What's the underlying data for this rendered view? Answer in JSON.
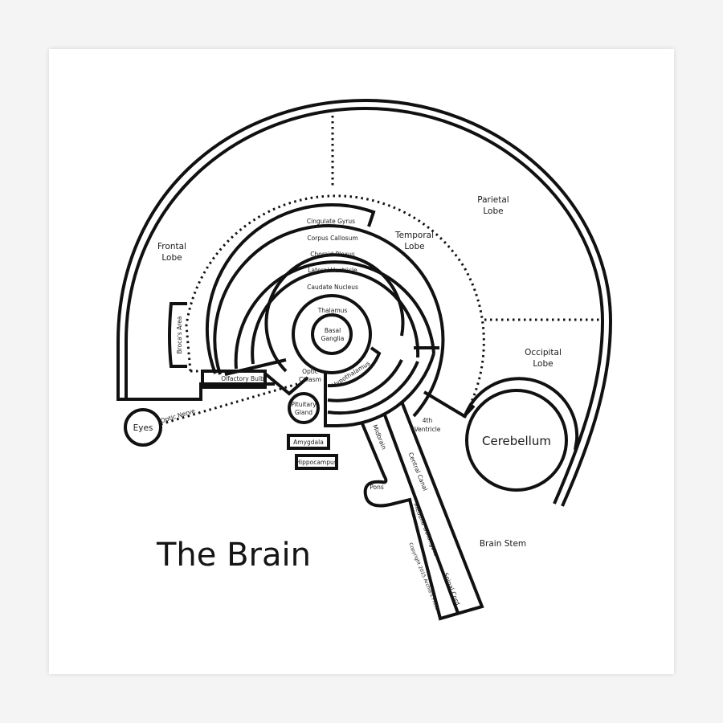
{
  "title": "The Brain",
  "copyright": "Copyright 2015 Archie's Press",
  "lobes": {
    "frontal": [
      "Frontal",
      "Lobe"
    ],
    "temporal": [
      "Temporal",
      "Lobe"
    ],
    "parietal": [
      "Parietal",
      "Lobe"
    ],
    "occipital": [
      "Occipital",
      "Lobe"
    ]
  },
  "rings": {
    "cingulate_gyrus": "Cingulate Gyrus",
    "corpus_callosum": "Corpus Callosum",
    "choroid_plexus": "Choroid Plexus",
    "lateral_ventricle": "Lateral Ventricle",
    "caudate_nucleus": "Caudate Nucleus",
    "thalamus": "Thalamus",
    "basal_ganglia": [
      "Basal",
      "Ganglia"
    ],
    "hypothalamus": "Hypothalamus"
  },
  "structures": {
    "brocas_area": "Broca's Area",
    "olfactory_bulb": "Olfactory Bulb",
    "optic_chiasm": [
      "Optic",
      "Chiasm"
    ],
    "optic_nerve": "Optic Nerve",
    "eyes": "Eyes",
    "pituitary_gland": [
      "Pituitary",
      "Gland"
    ],
    "amygdala": "Amygdala",
    "hippocampus": "Hippocampus",
    "fourth_ventricle": [
      "4th",
      "Ventricle"
    ],
    "cerebellum": "Cerebellum",
    "midbrain": "Midbrain",
    "pons": "Pons",
    "central_canal": "Central Canal",
    "medulla_oblongata": "Medulla Oblongata",
    "spinal_cord": "Spinal Cord",
    "brain_stem": "Brain Stem"
  }
}
